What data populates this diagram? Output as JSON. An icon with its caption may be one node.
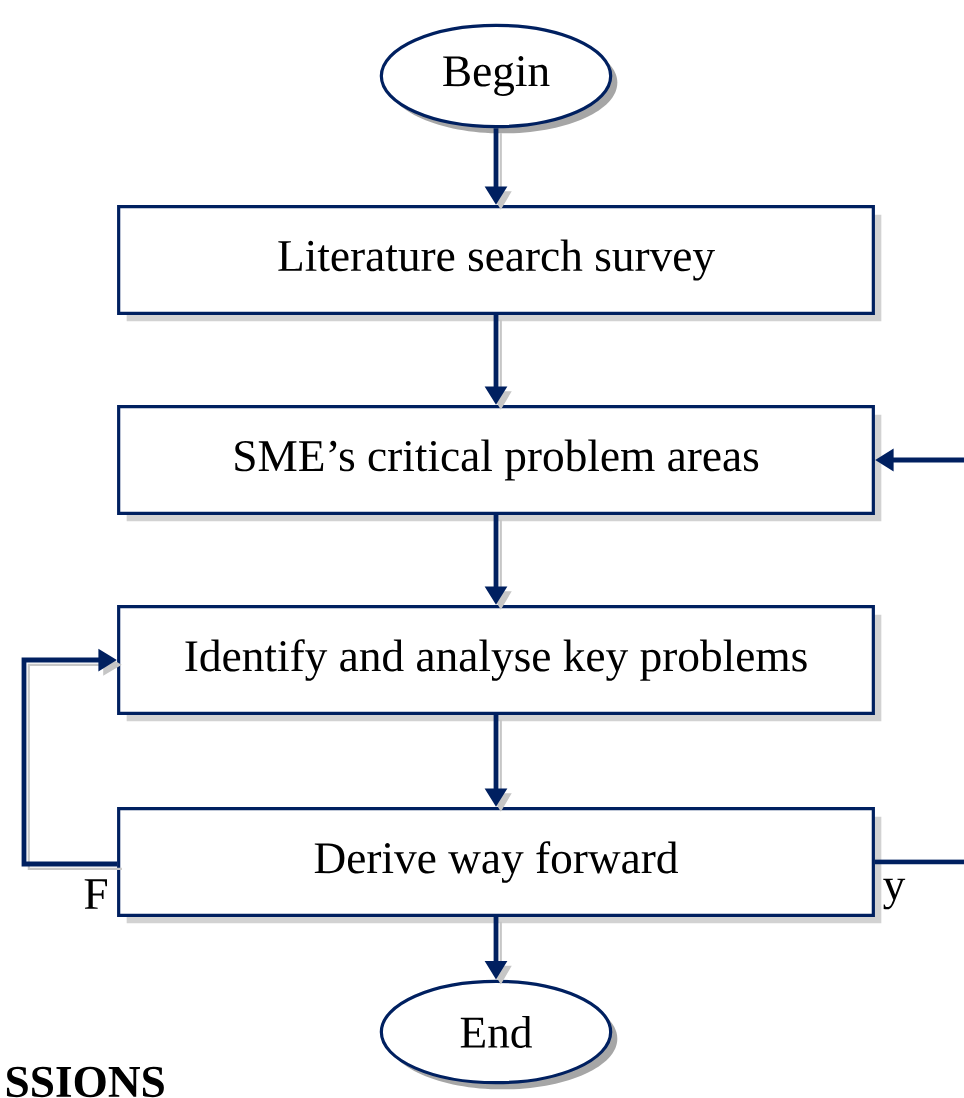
{
  "diagram": {
    "nodes": [
      {
        "text": [
          "Begin"
        ]
      },
      {
        "text": [
          "Literature search survey"
        ]
      },
      {
        "text": [
          "SME’s critical problem areas"
        ]
      },
      {
        "text": [
          "Identify and analyse key problems"
        ]
      },
      {
        "text": [
          "Derive way forward"
        ]
      },
      {
        "text": [
          "End"
        ]
      }
    ],
    "edges": [
      {
        "from": 0,
        "to": 1,
        "arrow": "to"
      },
      {
        "from": 1,
        "to": 2,
        "arrow": "to"
      },
      {
        "from": 2,
        "to": 3,
        "arrow": "to"
      },
      {
        "from": 3,
        "to": 4,
        "arrow": "to"
      },
      {
        "from": 4,
        "to": 5,
        "arrow": "to"
      },
      {
        "from": 4,
        "to": 3,
        "arrow": "to"
      },
      {
        "from": 4,
        "to": null,
        "arrow": "none"
      },
      {
        "from": null,
        "to": 2,
        "arrow": "to"
      }
    ],
    "labels": [
      "F",
      "y",
      "SSIONS"
    ]
  }
}
